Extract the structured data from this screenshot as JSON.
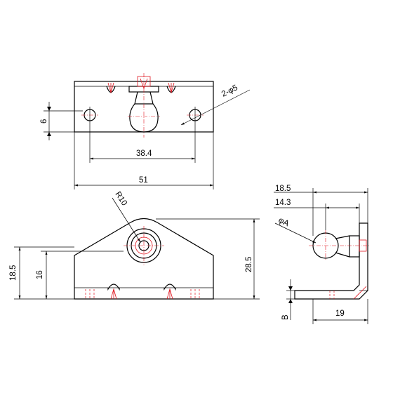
{
  "top_view": {
    "dim_width": "51",
    "dim_hole_spacing": "38.4",
    "dim_hole_offset": "6",
    "dim_holes": "2-φ5"
  },
  "front_view": {
    "dim_radius": "R10",
    "dim_height_total": "28.5",
    "dim_height_outer": "18.5",
    "dim_height_center": "16"
  },
  "side_view": {
    "dim_depth_outer": "18.5",
    "dim_depth_inner": "14.3",
    "dim_ball": "φA",
    "dim_thickness": "B",
    "dim_base": "19"
  }
}
